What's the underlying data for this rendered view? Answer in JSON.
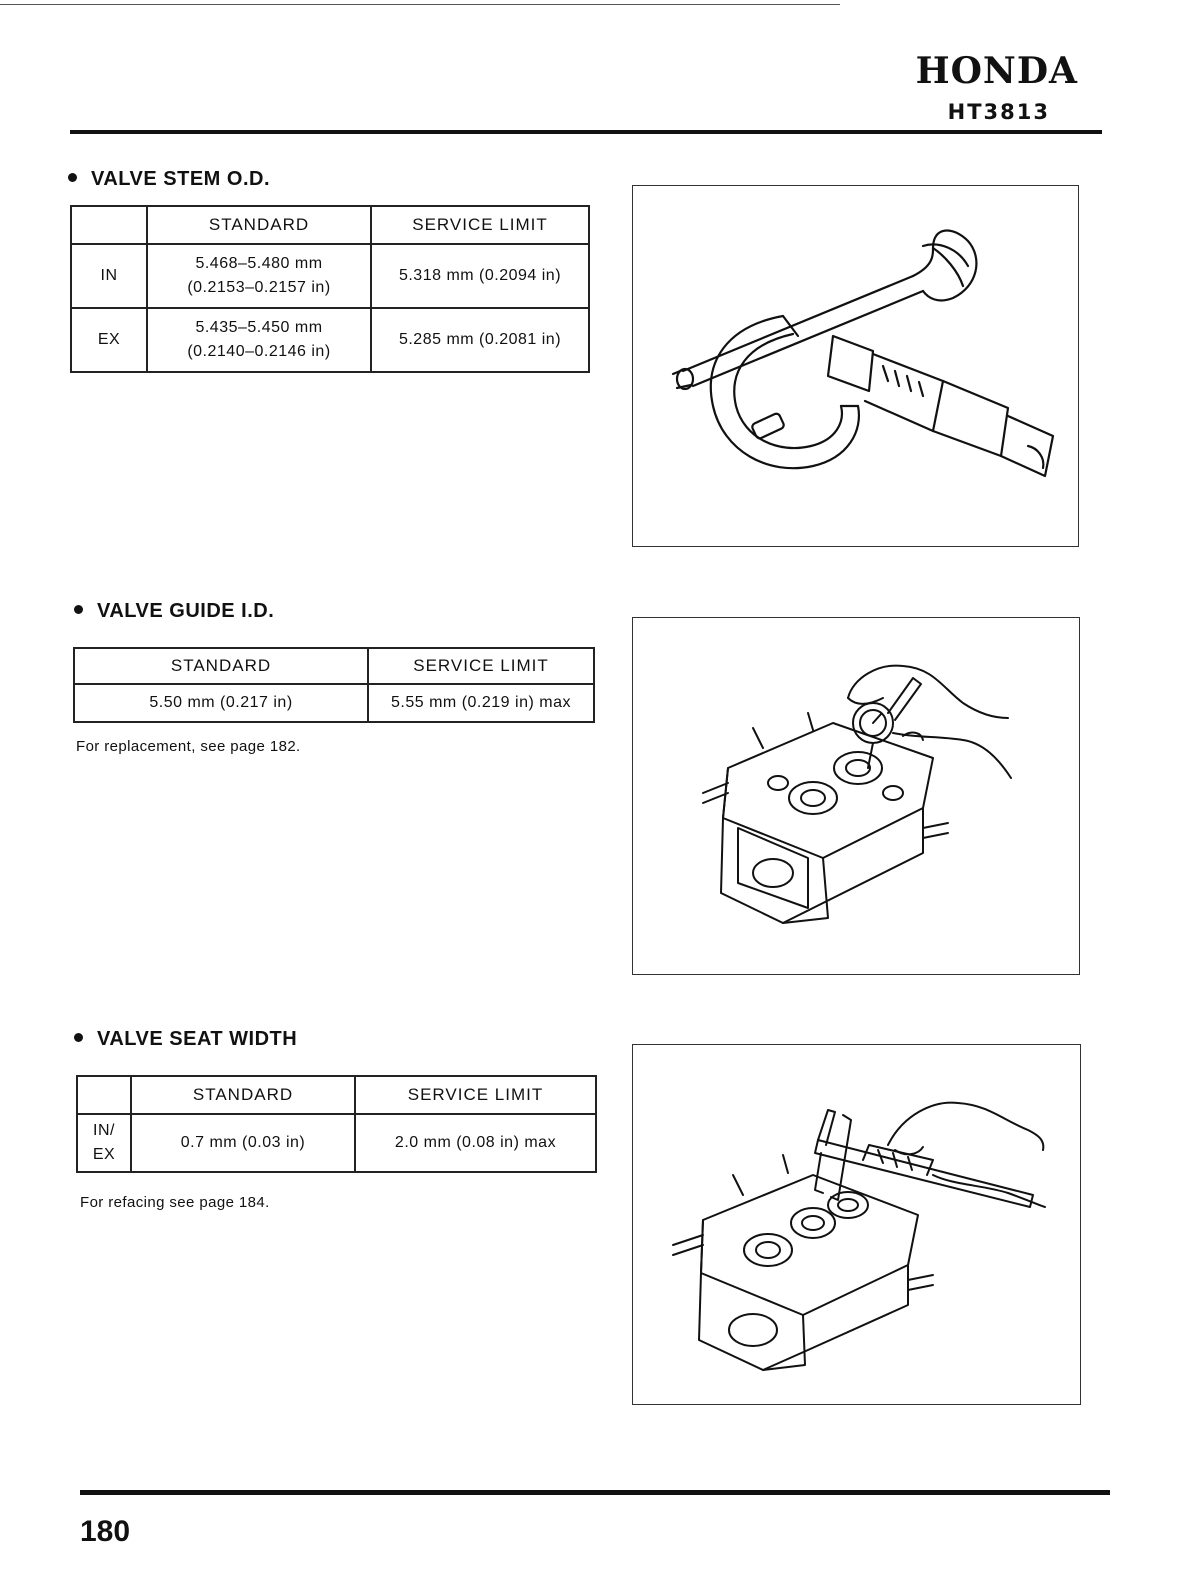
{
  "header": {
    "brand": "HONDA",
    "model_code": "HT3813"
  },
  "sections": [
    {
      "title": "VALVE STEM O.D.",
      "columns": [
        "",
        "STANDARD",
        "SERVICE LIMIT"
      ],
      "rows": [
        {
          "label": "IN",
          "standard_line1": "5.468–5.480 mm",
          "standard_line2": "(0.2153–0.2157 in)",
          "limit": "5.318 mm (0.2094 in)"
        },
        {
          "label": "EX",
          "standard_line1": "5.435–5.450 mm",
          "standard_line2": "(0.2140–0.2146 in)",
          "limit": "5.285 mm (0.2081 in)"
        }
      ],
      "note": ""
    },
    {
      "title": "VALVE GUIDE I.D.",
      "columns": [
        "STANDARD",
        "SERVICE LIMIT"
      ],
      "rows": [
        {
          "standard": "5.50 mm (0.217 in)",
          "limit": "5.55 mm (0.219 in) max"
        }
      ],
      "note": "For replacement, see page 182."
    },
    {
      "title": "VALVE SEAT WIDTH",
      "columns": [
        "",
        "STANDARD",
        "SERVICE LIMIT"
      ],
      "rows": [
        {
          "label_line1": "IN/",
          "label_line2": "EX",
          "standard": "0.7 mm (0.03 in)",
          "limit": "2.0 mm (0.08 in) max"
        }
      ],
      "note": "For refacing see page 184."
    }
  ],
  "footer": {
    "page_number": "180"
  },
  "figures": [
    {
      "icon": "micrometer-valve-stem-illustration"
    },
    {
      "icon": "dial-bore-gauge-valve-guide-illustration"
    },
    {
      "icon": "vernier-caliper-valve-seat-illustration"
    }
  ]
}
